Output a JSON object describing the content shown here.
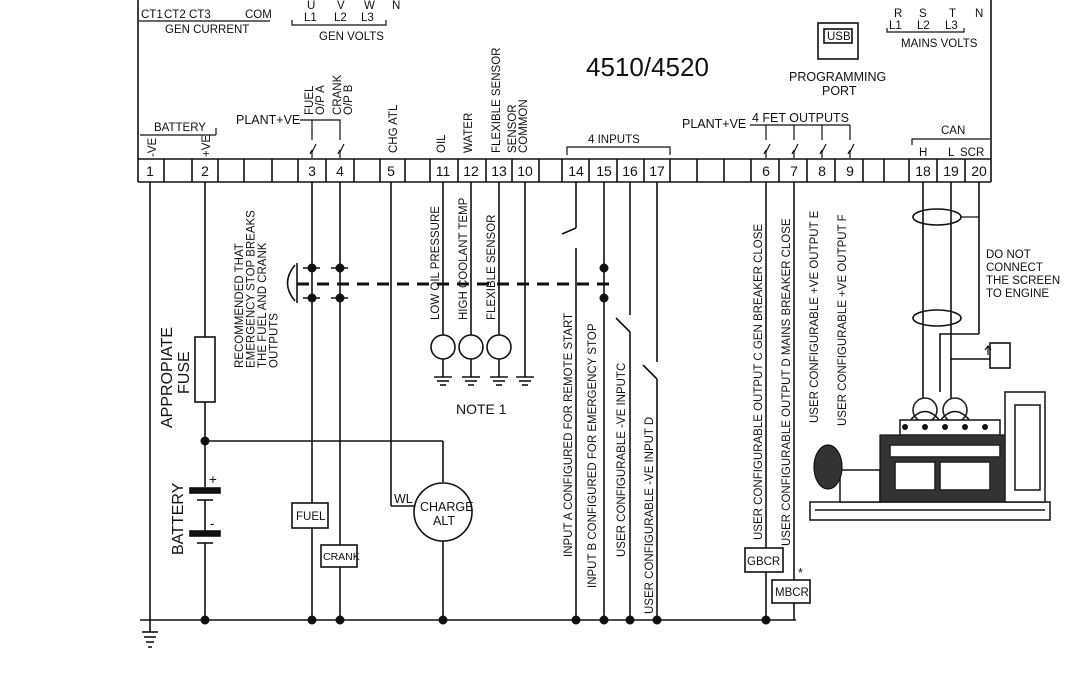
{
  "title": "4510/4520",
  "top": {
    "ct": [
      "CT1",
      "CT2",
      "CT3",
      "COM"
    ],
    "gen_current": "GEN CURRENT",
    "gen_volts_upper": [
      "U",
      "V",
      "W",
      "N"
    ],
    "gen_volts_lower": [
      "L1",
      "L2",
      "L3"
    ],
    "gen_volts": "GEN VOLTS",
    "mains_upper": [
      "R",
      "S",
      "T",
      "N"
    ],
    "mains_lower": [
      "L1",
      "L2",
      "L3"
    ],
    "mains_volts": "MAINS VOLTS",
    "usb_label": "USB",
    "programming": "PROGRAMMING",
    "port": "PORT"
  },
  "headers": {
    "battery": "BATTERY",
    "minus_ve": "-VE",
    "plus_ve": "+VE",
    "plant_ve": "PLANT+VE",
    "fuel_op": "FUEL\nO/P A",
    "crank_op": "CRANK\nO/P B",
    "chg_atl": "CHG ATL",
    "oil": "OIL",
    "water": "WATER",
    "flex_sensor": "FLEXIBLE SENSOR",
    "sensor_common": "SENSOR\nCOMMON",
    "four_inputs": "4 INPUTS",
    "plant_ve_2": "PLANT+VE",
    "four_fet": "4 FET OUTPUTS",
    "can": "CAN",
    "can_h": "H",
    "can_l": "L",
    "can_scr": "SCR"
  },
  "terminals": [
    "1",
    "2",
    "3",
    "4",
    "5",
    "11",
    "12",
    "13",
    "10",
    "14",
    "15",
    "16",
    "17",
    "6",
    "7",
    "8",
    "9",
    "18",
    "19",
    "20"
  ],
  "labels": {
    "recommended": [
      "RECOMMENDED THAT",
      "EMERGENCY STOP BREAKS",
      "THE FUEL AND CRANK",
      "OUTPUTS"
    ],
    "appropriate": "APPROPIATE",
    "fuse": "FUSE",
    "battery_v": "BATTERY",
    "fuel_box": "FUEL",
    "crank_box": "CRANK",
    "wl": "WL",
    "charge": "CHARGE",
    "alt": "ALT",
    "low_oil": "LOW OIL PRESSURE",
    "high_coolant": "HIGH COOLANT TEMP",
    "flexible": "FLEXIBLE SENSOR",
    "note1": "NOTE 1",
    "input_a": "INPUT A  CONFIGURED FOR REMOTE START",
    "input_b": "INPUT B  CONFIGURED FOR EMERGENCY STOP",
    "input_c": "USER CONFIGURABLE -VE INPUTC",
    "input_d": "USER CONFIGURABLE -VE INPUT D",
    "out_c": "USER CONFIGURABLE OUTPUT C GEN BREAKER CLOSE",
    "out_d": "USER CONFIGURABLE OUTPUT D MAINS BREAKER CLOSE",
    "out_e": "USER CONFIGURABLE +VE OUTPUT E",
    "out_f": "USER CONFIGURABLE +VE OUTPUT F",
    "gbcr": "GBCR",
    "mbcr": "MBCR",
    "asterisk": "*",
    "do_not": [
      "DO NOT",
      "CONNECT",
      "THE SCREEN",
      "TO ENGINE"
    ],
    "plus": "+",
    "minus": "-"
  }
}
